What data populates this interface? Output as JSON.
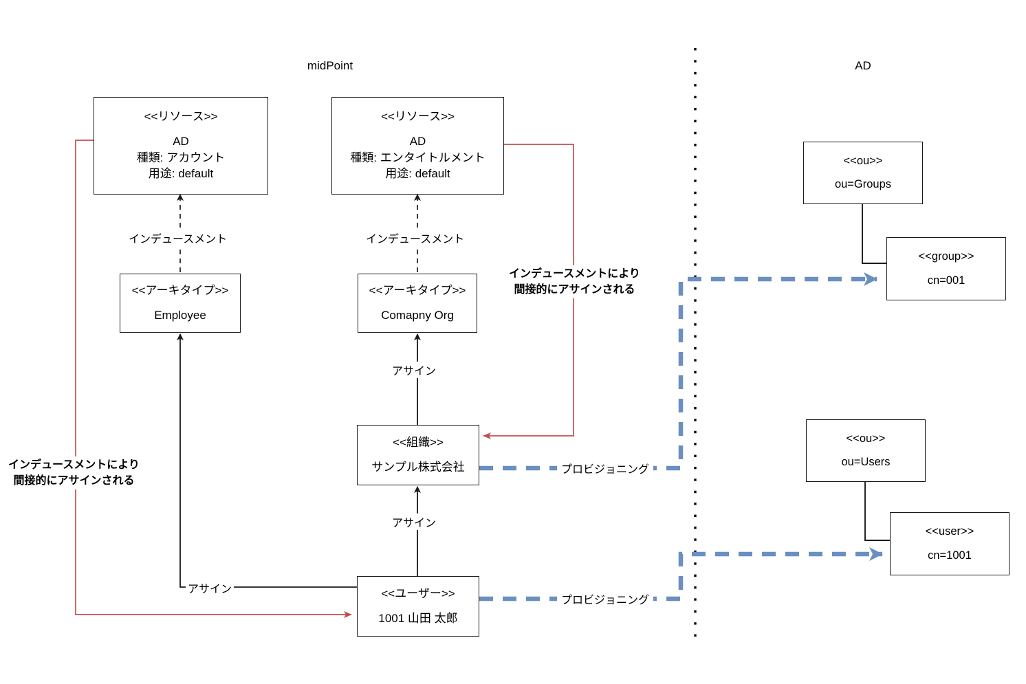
{
  "diagram": {
    "regions": [
      {
        "id": "midpoint",
        "title": "midPoint"
      },
      {
        "id": "ad",
        "title": "AD"
      }
    ],
    "nodes": [
      {
        "id": "res-account",
        "stereotype": "<<リソース>>",
        "name": "AD",
        "attr1": "種類: アカウント",
        "attr2": "用途: default"
      },
      {
        "id": "res-entitlement",
        "stereotype": "<<リソース>>",
        "name": "AD",
        "attr1": "種類: エンタイトルメント",
        "attr2": "用途: default"
      },
      {
        "id": "archetype-employee",
        "stereotype": "<<アーキタイプ>>",
        "name": "Employee"
      },
      {
        "id": "archetype-company-org",
        "stereotype": "<<アーキタイプ>>",
        "name": "Comapny Org"
      },
      {
        "id": "org-sample",
        "stereotype": "<<組織>>",
        "name": "サンプル株式会社"
      },
      {
        "id": "user-yamada",
        "stereotype": "<<ユーザー>>",
        "name": "1001 山田 太郎"
      },
      {
        "id": "ou-groups",
        "stereotype": "<<ou>>",
        "name": "ou=Groups"
      },
      {
        "id": "ad-group",
        "stereotype": "<<group>>",
        "name": "cn=001"
      },
      {
        "id": "ou-users",
        "stereotype": "<<ou>>",
        "name": "ou=Users"
      },
      {
        "id": "ad-user",
        "stereotype": "<<user>>",
        "name": "cn=1001"
      }
    ],
    "edge_labels": {
      "inducement_left": "インデュースメント",
      "inducement_right": "インデュースメント",
      "assign_org_to_archetype": "アサイン",
      "assign_user_to_org": "アサイン",
      "assign_user_to_archetype": "アサイン",
      "provisioning_org": "プロビジョニング",
      "provisioning_user": "プロビジョニング"
    },
    "notes": {
      "left_note_line1": "インデュースメントにより",
      "left_note_line2": "間接的にアサインされる",
      "right_note_line1": "インデュースメントにより",
      "right_note_line2": "間接的にアサインされる"
    },
    "colors": {
      "inducement_red": "#c0504d",
      "provisioning_blue": "#6a8fc0",
      "stroke_black": "#1a1a1a",
      "divider_black": "#000000",
      "background": "#ffffff"
    }
  }
}
